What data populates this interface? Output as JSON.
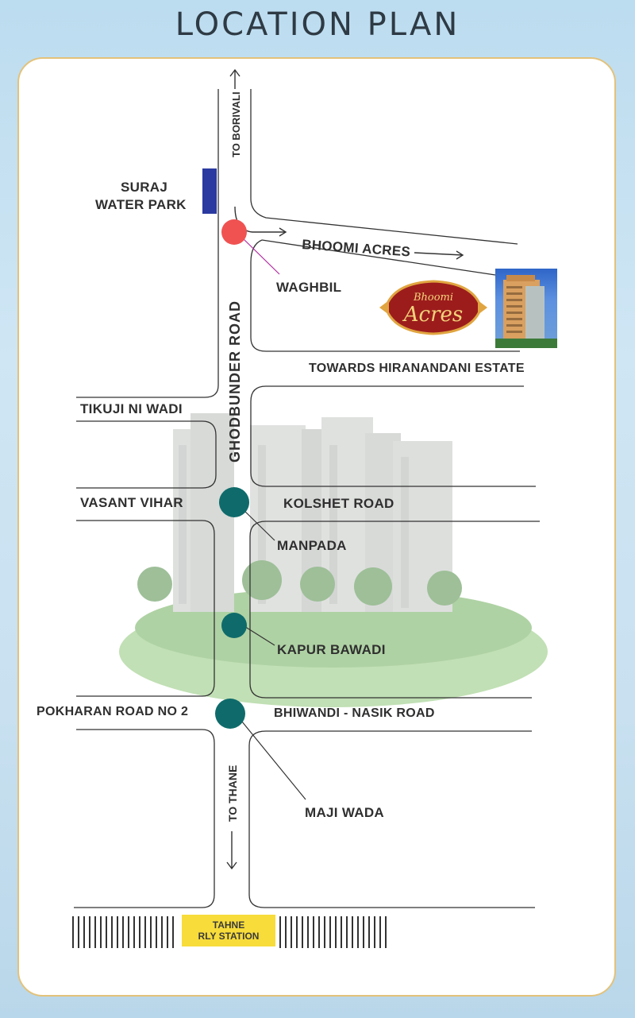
{
  "title": "LOCATION PLAN",
  "roads": {
    "to_borivali": "TO BORIVALI",
    "ghodbunder": "GHODBUNDER ROAD",
    "to_thane": "TO THANE",
    "bhoomi_acres": "BHOOMI ACRES",
    "hiranandani": "TOWARDS HIRANANDANI ESTATE",
    "kolshet": "KOLSHET ROAD",
    "bhiwandi": "BHIWANDI - NASIK ROAD"
  },
  "landmarks": {
    "suraj_line1": "SURAJ",
    "suraj_line2": "WATER PARK",
    "tikuji": "TIKUJI NI WADI",
    "vasant": "VASANT VIHAR",
    "pokharan": "POKHARAN ROAD NO 2"
  },
  "junctions": {
    "waghbil": "WAGHBIL",
    "manpada": "MANPADA",
    "kapur": "KAPUR BAWADI",
    "majiwada": "MAJI WADA"
  },
  "station": {
    "line1": "TAHNE",
    "line2": "RLY STATION"
  },
  "logo": {
    "line1": "Bhoomi",
    "line2": "Acres"
  },
  "colors": {
    "waghbil_marker": "#f05252",
    "junction_marker": "#0f6b6b",
    "water_park_marker": "#2b3aa0",
    "station_fill": "#f7dc3a",
    "logo_red": "#9c1c1c"
  }
}
